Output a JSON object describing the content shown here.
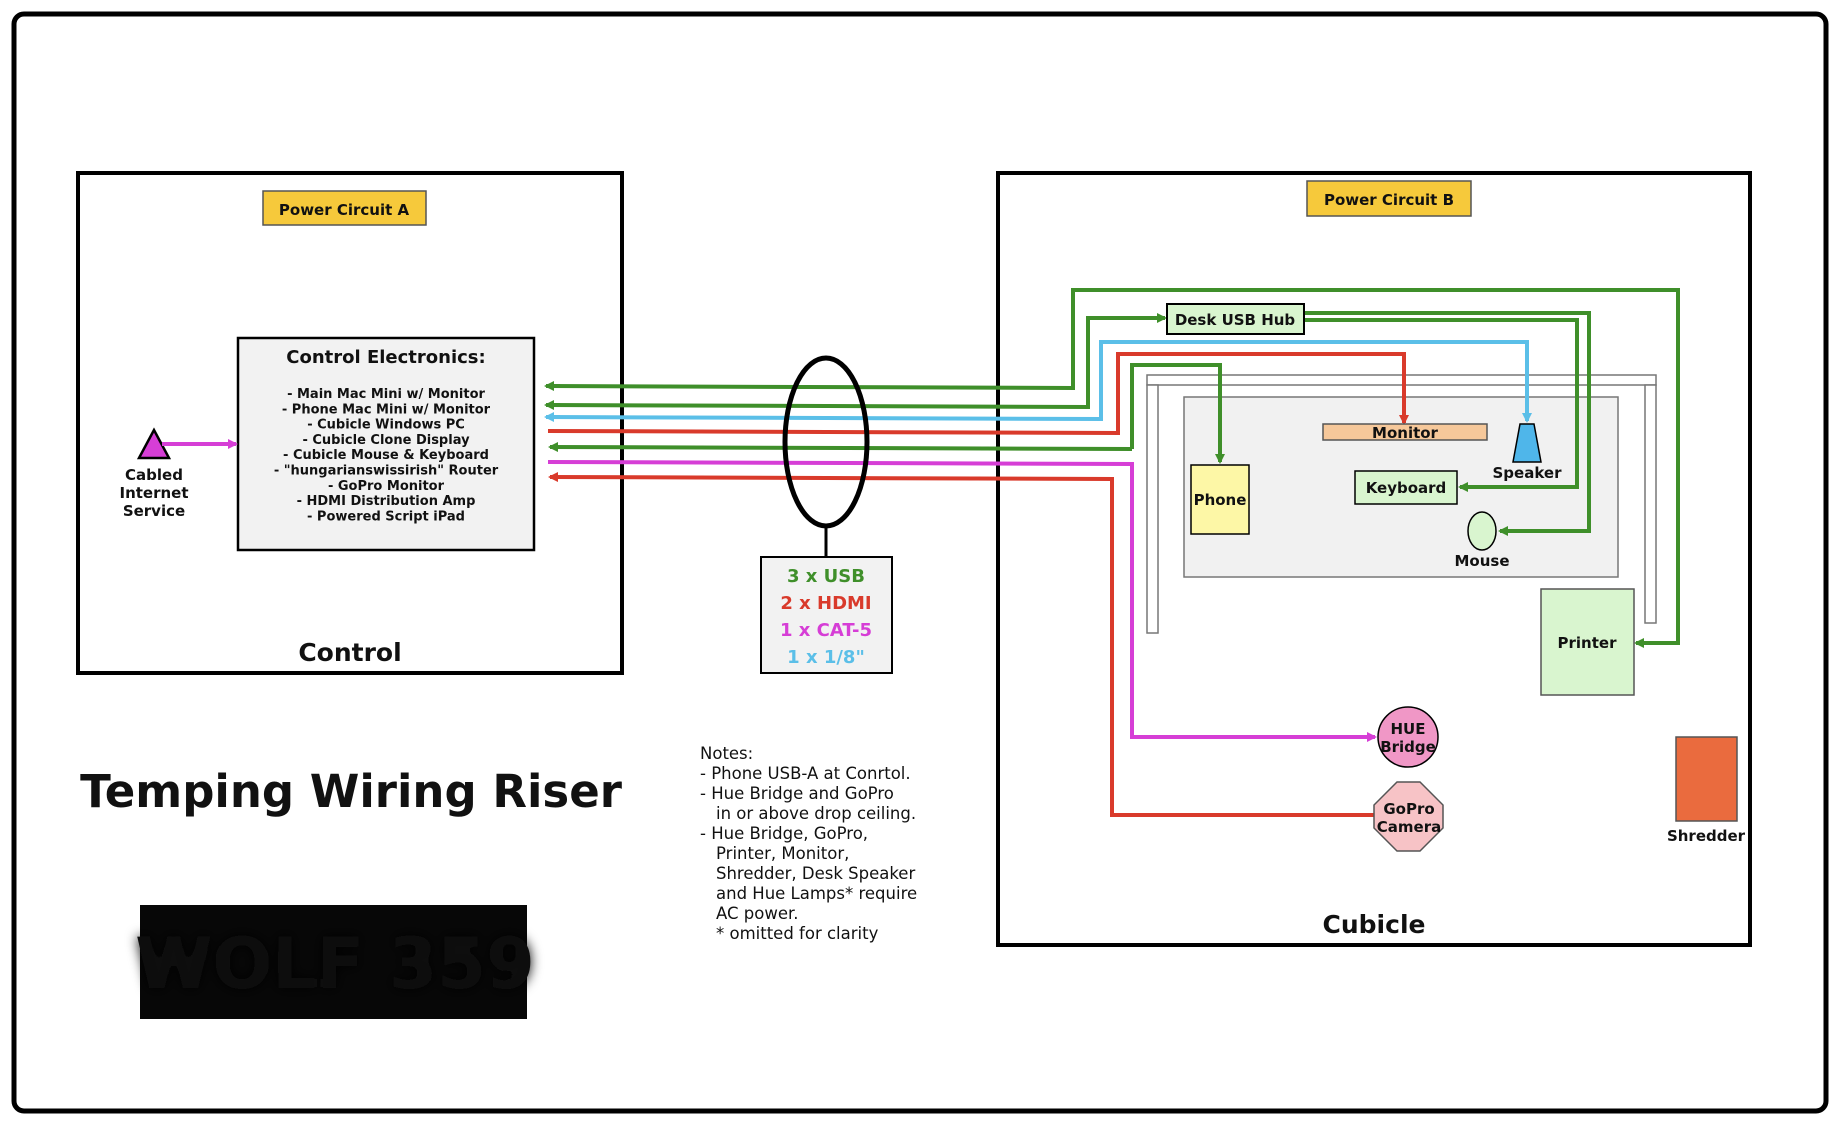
{
  "title": "Temping Wiring Riser",
  "logo_text": "WOLF 359",
  "colors": {
    "usb": "#3f8f2a",
    "hdmi": "#d93a2b",
    "cat5": "#d63ed6",
    "audio": "#5bbfe8",
    "power_label_bg": "#f6c93b",
    "device_green": "#d9f5cf",
    "phone_yellow": "#fdf7a6",
    "monitor_orange": "#f6c89a",
    "hue_pink": "#f097c6",
    "gopro_pink": "#f7c3c6",
    "shredder": "#ea6b3e",
    "speaker": "#4fb6ea"
  },
  "control": {
    "label": "Control",
    "power_label": "Power Circuit A",
    "electronics_title": "Control Electronics:",
    "electronics_items": [
      "- Main Mac Mini w/ Monitor",
      "- Phone Mac Mini w/ Monitor",
      "- Cubicle Windows PC",
      "- Cubicle Clone Display",
      "- Cubicle Mouse & Keyboard",
      "- \"hungarianswissirish\" Router",
      "- GoPro Monitor",
      "- HDMI Distribution Amp",
      "- Powered Script iPad"
    ],
    "internet_label": [
      "Cabled",
      "Internet",
      "Service"
    ]
  },
  "cable_legend": [
    "3 x USB",
    "2 x HDMI",
    "1 x CAT-5",
    "1 x 1/8\""
  ],
  "notes": [
    "Notes:",
    "- Phone USB-A at Conrtol.",
    "- Hue Bridge and GoPro",
    "  in or above drop ceiling.",
    "- Hue Bridge, GoPro,",
    "  Printer, Monitor,",
    "  Shredder, Desk Speaker",
    "  and Hue Lamps* require",
    "  AC power.",
    "  * omitted for clarity"
  ],
  "cubicle": {
    "label": "Cubicle",
    "power_label": "Power Circuit B",
    "devices": {
      "usb_hub": "Desk USB Hub",
      "monitor": "Monitor",
      "speaker": "Speaker",
      "phone": "Phone",
      "keyboard": "Keyboard",
      "mouse": "Mouse",
      "printer": "Printer",
      "hue_bridge": [
        "HUE",
        "Bridge"
      ],
      "gopro": [
        "GoPro",
        "Camera"
      ],
      "shredder": "Shredder"
    }
  }
}
